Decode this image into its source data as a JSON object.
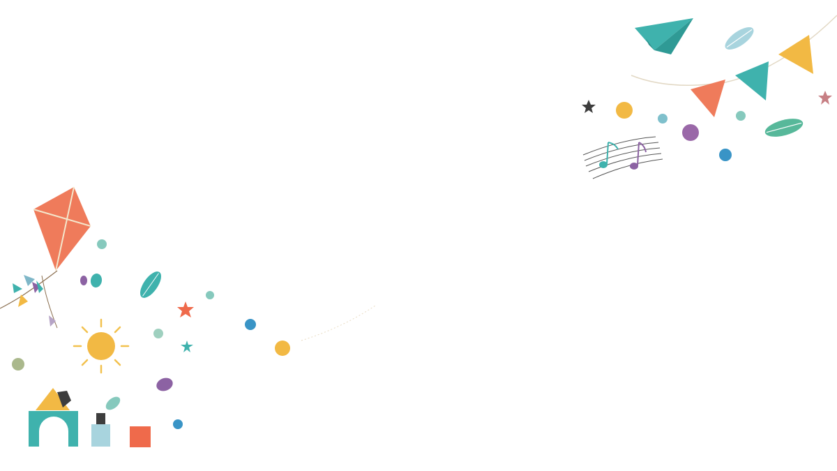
{
  "scene": {
    "background": "#ffffff",
    "palette": {
      "coral": "#ef7b5b",
      "teal": "#3fb2ad",
      "teal_light": "#86c9bd",
      "yellow": "#f2b944",
      "blue": "#3994c6",
      "purple": "#8c62a3",
      "sky": "#a8d4de",
      "dark": "#3d3d3d",
      "rose": "#c77f84",
      "sage": "#aab88c",
      "string": "#c9b48e"
    },
    "elements": {
      "kite": "kite-icon",
      "sun": "sun-icon",
      "paper_plane": "paper-plane-icon",
      "bunting": "bunting-flags",
      "music": "music-notes-icon",
      "blocks": "toy-blocks",
      "leaves": "leaf-icon",
      "stars": "star-icon",
      "dots": "confetti-dot"
    }
  }
}
